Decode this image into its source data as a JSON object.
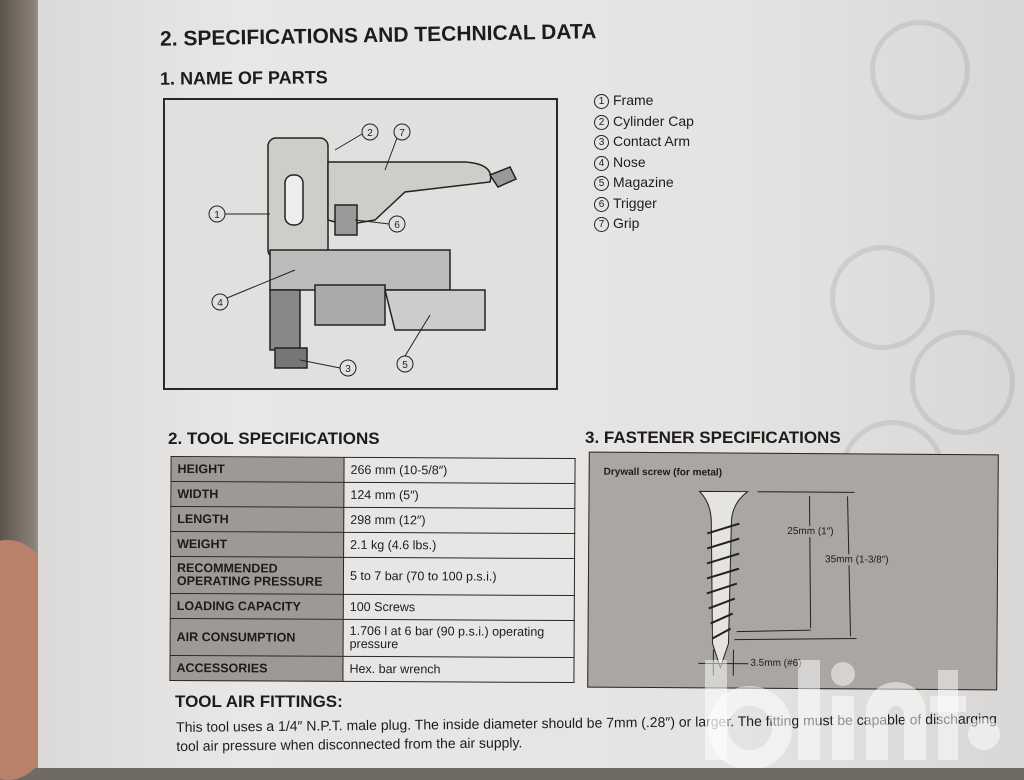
{
  "section_title": "2. SPECIFICATIONS AND TECHNICAL DATA",
  "parts": {
    "title": "1. NAME OF PARTS",
    "items": [
      {
        "n": "1",
        "label": "Frame"
      },
      {
        "n": "2",
        "label": "Cylinder Cap"
      },
      {
        "n": "3",
        "label": "Contact Arm"
      },
      {
        "n": "4",
        "label": "Nose"
      },
      {
        "n": "5",
        "label": "Magazine"
      },
      {
        "n": "6",
        "label": "Trigger"
      },
      {
        "n": "7",
        "label": "Grip"
      }
    ]
  },
  "tool_specs": {
    "title": "2. TOOL SPECIFICATIONS",
    "rows": [
      {
        "k": "HEIGHT",
        "v": "266 mm (10-5/8″)"
      },
      {
        "k": "WIDTH",
        "v": "124 mm (5″)"
      },
      {
        "k": "LENGTH",
        "v": "298 mm (12″)"
      },
      {
        "k": "WEIGHT",
        "v": "2.1 kg (4.6 lbs.)"
      },
      {
        "k": "RECOMMENDED OPERATING PRESSURE",
        "v": "5 to 7 bar (70 to 100 p.s.i.)"
      },
      {
        "k": "LOADING CAPACITY",
        "v": "100 Screws"
      },
      {
        "k": "AIR CONSUMPTION",
        "v": "1.706 l at 6 bar (90 p.s.i.) operating pressure"
      },
      {
        "k": "ACCESSORIES",
        "v": "Hex. bar wrench"
      }
    ]
  },
  "fastener": {
    "title": "3. FASTENER SPECIFICATIONS",
    "type": "Drywall screw (for metal)",
    "dim_short": "25mm (1″)",
    "dim_long": "35mm (1-3/8″)",
    "dim_dia": "3.5mm (#6)"
  },
  "air_fittings": {
    "title": "TOOL AIR FITTINGS:",
    "text": "This tool uses a 1/4″ N.P.T. male plug. The inside diameter should be 7mm (.28″) or larger. The fitting must be capable of discharging tool air pressure when disconnected from the air supply."
  },
  "watermark": "blinto"
}
